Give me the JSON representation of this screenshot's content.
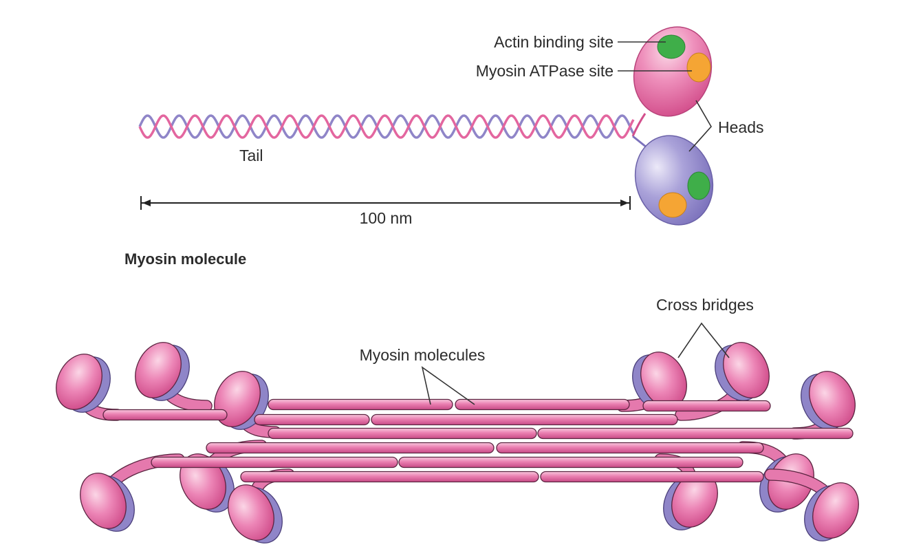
{
  "labels": {
    "actin_binding_site": "Actin binding site",
    "myosin_atpase_site": "Myosin ATPase site",
    "heads": "Heads",
    "tail": "Tail",
    "length": "100 nm",
    "myosin_molecule": "Myosin molecule",
    "cross_bridges": "Cross bridges",
    "myosin_molecules": "Myosin molecules"
  },
  "colors": {
    "pink": "#e3669f",
    "pink_light": "#f7c0d7",
    "purple": "#8f85c8",
    "purple_light": "#d8d3ef",
    "green": "#3fae49",
    "orange": "#f5a534",
    "line": "#333333"
  }
}
